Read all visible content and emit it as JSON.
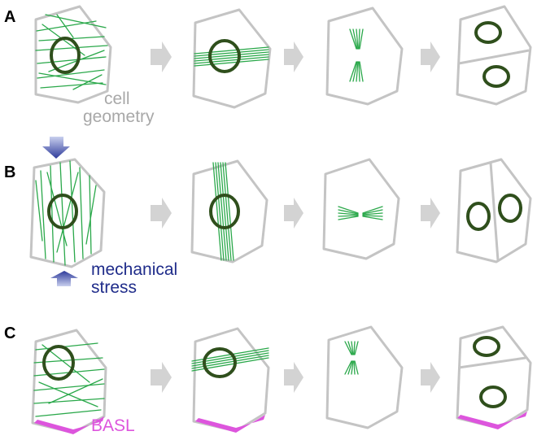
{
  "panels": [
    {
      "label": "A",
      "annotation": "cell\ngeometry"
    },
    {
      "label": "B",
      "annotation": "mechanical\nstress"
    },
    {
      "label": "C",
      "annotation": "BASL"
    }
  ],
  "colors": {
    "cell_outline": "#c4c4c4",
    "nucleus": "#2f4f1c",
    "microtubule": "#2aa84a",
    "step_arrow": "#d3d3d3",
    "geometry_text": "#a8a8a8",
    "stress": "#1f2c8a",
    "basl": "#dd55dd"
  }
}
